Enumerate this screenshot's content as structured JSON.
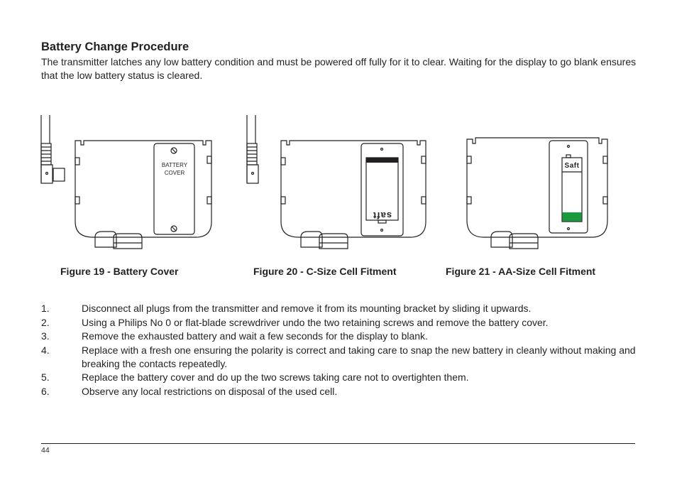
{
  "heading": "Battery Change Procedure",
  "intro": "The transmitter latches any low battery condition and must be powered off fully for it to clear. Waiting for the display to go blank ensures that the low battery status is cleared.",
  "figures": [
    {
      "caption": "Figure 19 - Battery Cover",
      "cover_label_line1": "BATTERY",
      "cover_label_line2": "COVER"
    },
    {
      "caption": "Figure 20 - C-Size Cell Fitment",
      "battery_brand": "saft"
    },
    {
      "caption": "Figure 21 - AA-Size Cell Fitment",
      "battery_brand": "Saft",
      "battery_band_color": "#1a9a3c"
    }
  ],
  "steps": [
    {
      "num": "1.",
      "text": "Disconnect all plugs from the transmitter and remove it from its mounting bracket by sliding it upwards."
    },
    {
      "num": "2.",
      "text": "Using a Philips No 0 or flat-blade screwdriver undo the two retaining screws and remove the battery cover."
    },
    {
      "num": "3.",
      "text": "Remove the exhausted battery and wait a few seconds for the display to blank."
    },
    {
      "num": "4.",
      "text": "Replace with a fresh one ensuring the polarity is correct and taking care to snap the new battery in cleanly without making and breaking the contacts repeatedly."
    },
    {
      "num": "5.",
      "text": "Replace the battery cover and do up the two screws taking care not to overtighten them."
    },
    {
      "num": "6.",
      "text": "Observe any local restrictions on disposal of the used cell."
    }
  ],
  "page_number": "44"
}
